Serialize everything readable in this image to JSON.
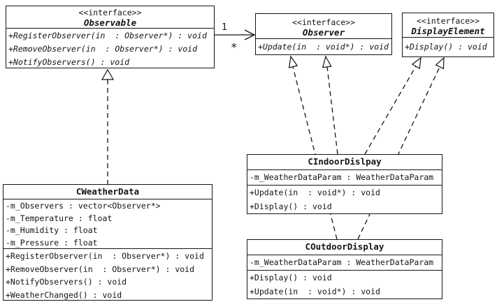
{
  "diagram": {
    "type": "uml-class-diagram",
    "pattern": "Observer pattern weather station",
    "colors": {
      "line": "#141414",
      "background": "#ffffff",
      "box_fill": "#ffffff"
    },
    "classes": {
      "observable": {
        "stereotype": "<<interface>>",
        "name": "Observable",
        "methods": [
          "+RegisterObserver(in  : Observer*) : void",
          "+RemoveObserver(in  : Observer*) : void",
          "+NotifyObservers() : void"
        ]
      },
      "observer": {
        "stereotype": "<<interface>>",
        "name": "Observer",
        "methods": [
          "+Update(in  : void*) : void"
        ]
      },
      "display_element": {
        "stereotype": "<<interface>>",
        "name": "DisplayElement",
        "methods": [
          "+Display() : void"
        ]
      },
      "weather_data": {
        "name": "CWeatherData",
        "attributes": [
          "-m_Observers : vector<Observer*>",
          "-m_Temperature : float",
          "-m_Humidity : float",
          "-m_Pressure : float"
        ],
        "methods": [
          "+RegisterObserver(in  : Observer*) : void",
          "+RemoveObserver(in  : Observer*) : void",
          "+NotifyObservers() : void",
          "+WeatherChanged() : void"
        ]
      },
      "indoor_display": {
        "name": "CIndoorDislpay",
        "attributes": [
          "-m_WeatherDataParam : WeatherDataParam"
        ],
        "methods": [
          "+Update(in  : void*) : void",
          "+Display() : void"
        ]
      },
      "outdoor_display": {
        "name": "COutdoorDisplay",
        "attributes": [
          "-m_WeatherDataParam : WeatherDataParam"
        ],
        "methods": [
          "+Display() : void",
          "+Update(in  : void*) : void"
        ]
      }
    },
    "association": {
      "from": "Observable",
      "to": "Observer",
      "multiplicity_source": "1",
      "multiplicity_target": "*"
    },
    "realizations": [
      {
        "from": "CWeatherData",
        "to": "Observable"
      },
      {
        "from": "CIndoorDislpay",
        "to": "Observer"
      },
      {
        "from": "CIndoorDislpay",
        "to": "DisplayElement"
      },
      {
        "from": "COutdoorDisplay",
        "to": "Observer"
      },
      {
        "from": "COutdoorDisplay",
        "to": "DisplayElement"
      }
    ]
  }
}
